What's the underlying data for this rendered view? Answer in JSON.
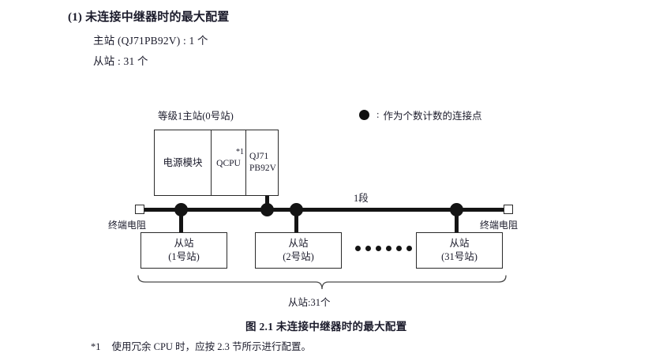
{
  "section": {
    "number": "(1)",
    "title": "未连接中继器时的最大配置",
    "specs": [
      "主站 (QJ71PB92V) : 1 个",
      "从站 : 31 个"
    ]
  },
  "legend": {
    "symbol": "filled-circle",
    "colon": ":",
    "text": "作为个数计数的连接点"
  },
  "diagram": {
    "master_label": "等级1主站(0号站)",
    "segment_label": "1段",
    "rack": {
      "power_module": "电源模块",
      "cpu": "QCPU",
      "cpu_footnote_mark": "*1",
      "network_module_line1": "QJ71",
      "network_module_line2": "PB92V"
    },
    "terminator_left_label": "终端电阻",
    "terminator_right_label": "终端电阻",
    "slaves": [
      {
        "name": "从站",
        "station": "(1号站)"
      },
      {
        "name": "从站",
        "station": "(2号站)"
      },
      {
        "name": "从站",
        "station": "(31号站)"
      }
    ],
    "ellipsis_dots": 6,
    "brace_label": "从站:31个"
  },
  "caption": "图 2.1  未连接中继器时的最大配置",
  "footnote": {
    "mark": "*1",
    "text": "使用冗余 CPU 时，应按 2.3 节所示进行配置。"
  },
  "colors": {
    "ink": "#1b1b2b",
    "line": "#2a2a2a",
    "node": "#141414",
    "page": "#ffffff"
  }
}
